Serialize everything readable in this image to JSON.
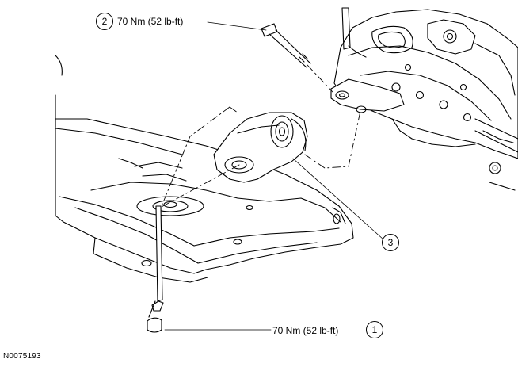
{
  "callouts": [
    {
      "number": "2",
      "torque": "70 Nm (52 lb-ft)"
    },
    {
      "number": "1",
      "torque": "70 Nm (52 lb-ft)"
    },
    {
      "number": "3"
    }
  ],
  "figure_id": "N0075193"
}
